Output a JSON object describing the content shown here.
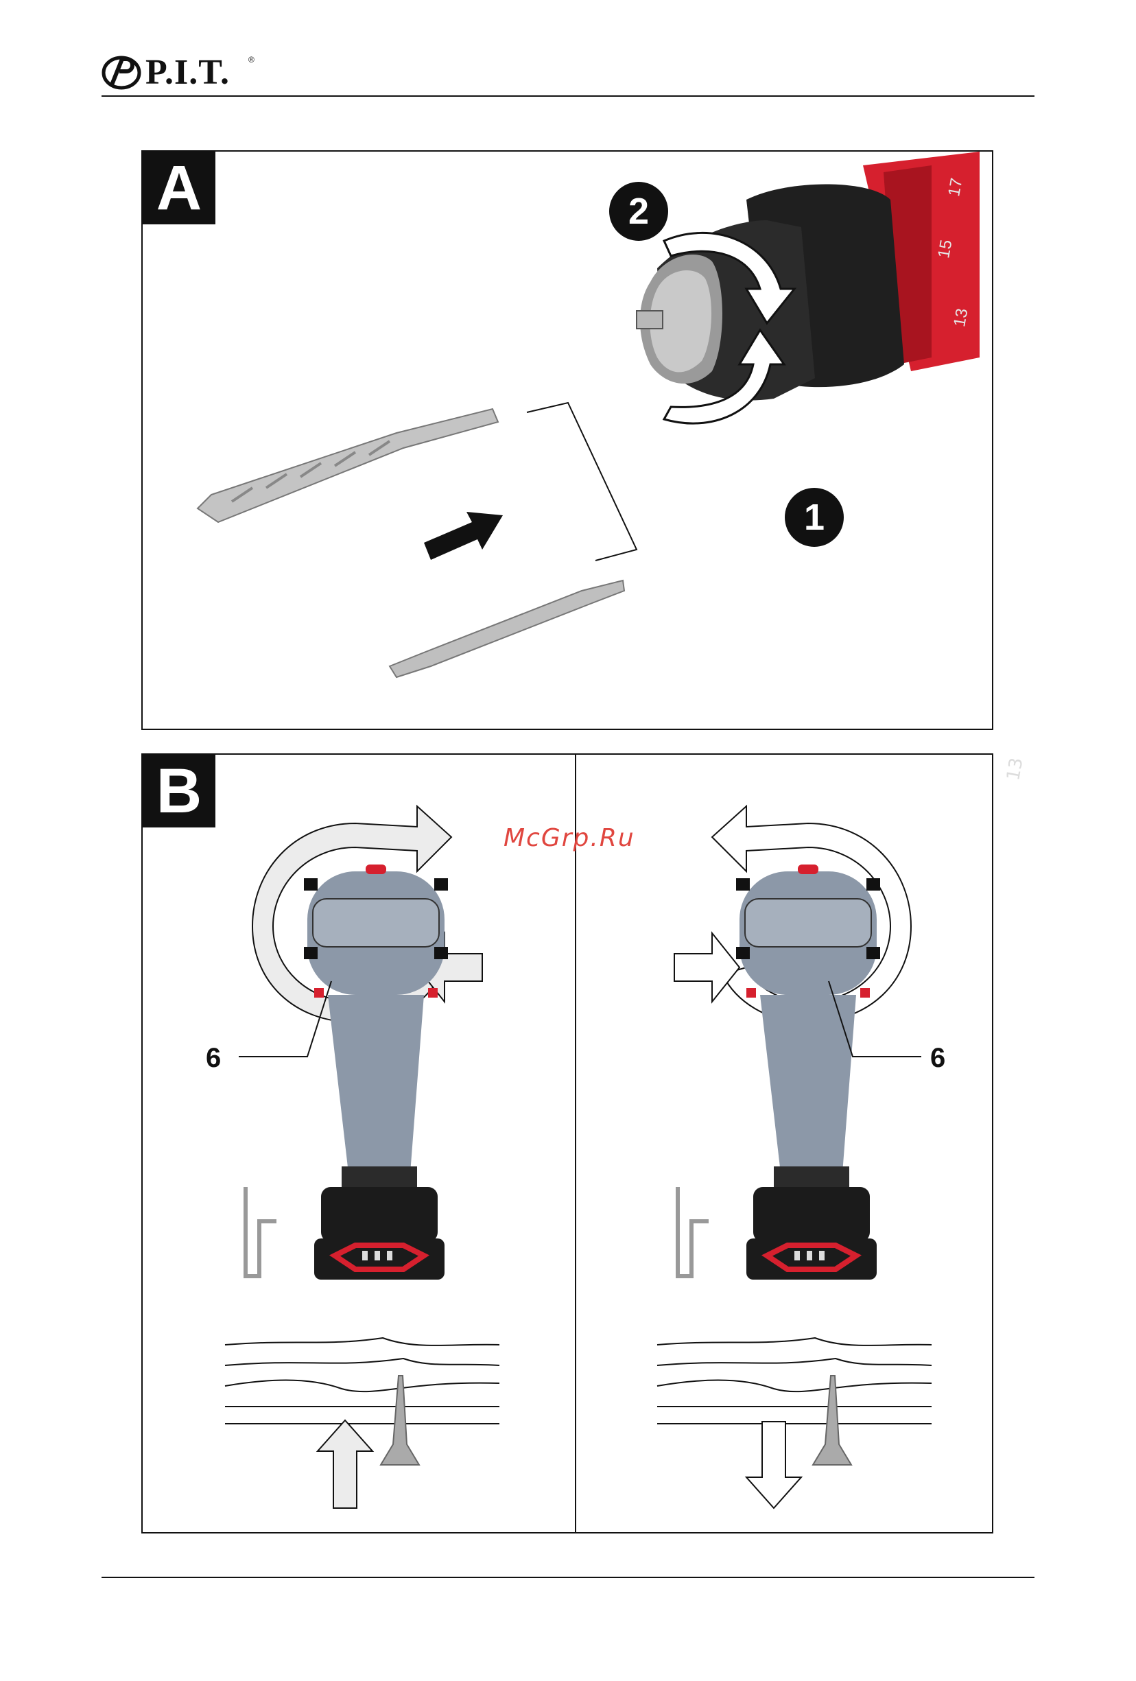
{
  "brand": {
    "logo_text": "P.I.T.",
    "registered_mark": "®"
  },
  "watermark": "McGrp.Ru",
  "panel_a": {
    "letter": "A",
    "step_1": "1",
    "step_2": "2",
    "dial_numbers": [
      "13",
      "15",
      "17"
    ]
  },
  "panel_b": {
    "letter": "B",
    "left_callout": "6",
    "right_callout": "6"
  },
  "colors": {
    "accent_red": "#d6202e",
    "tool_gray": "#8c98a8",
    "battery_black": "#1b1b1b",
    "arrow_fill_light": "#e6e6e6"
  }
}
